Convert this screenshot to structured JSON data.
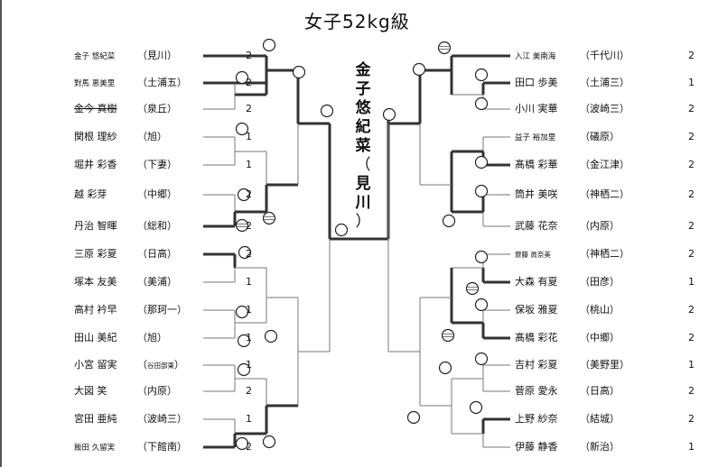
{
  "title": "女子52kg級",
  "champion": {
    "name": "金子悠紀菜",
    "school": "見川"
  },
  "left": [
    {
      "name": "金子 悠紀菜",
      "school": "見川",
      "seed": "2",
      "nsize": "sm"
    },
    {
      "name": "對馬 恵美里",
      "school": "土浦五",
      "seed": "2",
      "nsize": "sm"
    },
    {
      "name": "金今 真樹",
      "school": "泉丘",
      "seed": "2",
      "strike": true
    },
    {
      "name": "関根 理紗",
      "school": "旭",
      "seed": "1"
    },
    {
      "name": "堀井 彩香",
      "school": "下妻",
      "seed": "1"
    },
    {
      "name": "越 彩芽",
      "school": "中郷",
      "seed": "2"
    },
    {
      "name": "丹治 智暉",
      "school": "総和",
      "seed": "2"
    },
    {
      "name": "三原 彩夏",
      "school": "日高",
      "seed": "2"
    },
    {
      "name": "塚本 友美",
      "school": "美浦",
      "seed": "1"
    },
    {
      "name": "高村 衿早",
      "school": "那珂一",
      "seed": "1"
    },
    {
      "name": "田山 美紀",
      "school": "旭",
      "seed": "1"
    },
    {
      "name": "小宮 留実",
      "school": "谷田部東",
      "seed": "1",
      "ssize": "xs"
    },
    {
      "name": "大図 笑",
      "school": "内原",
      "seed": "2"
    },
    {
      "name": "宮田 亜純",
      "school": "波崎三",
      "seed": "1"
    },
    {
      "name": "飯田 久留実",
      "school": "下館南",
      "seed": "2",
      "nsize": "sm"
    }
  ],
  "right": [
    {
      "name": "入江 美南海",
      "school": "千代川",
      "seed": "2",
      "nsize": "sm"
    },
    {
      "name": "田口 歩美",
      "school": "土浦三",
      "seed": "1"
    },
    {
      "name": "小川 実華",
      "school": "波崎三",
      "seed": "2"
    },
    {
      "name": "益子 裕加里",
      "school": "礒原",
      "seed": "2",
      "nsize": "sm"
    },
    {
      "name": "髙橋 彩華",
      "school": "金江津",
      "seed": "2"
    },
    {
      "name": "筒井 美咲",
      "school": "神栖二",
      "seed": "2"
    },
    {
      "name": "武藤 花奈",
      "school": "内原",
      "seed": "2"
    },
    {
      "name": "齋藤 眞奈美",
      "school": "神栖二",
      "seed": "2",
      "nsize": "xs"
    },
    {
      "name": "大森 有夏",
      "school": "田彦",
      "seed": "1"
    },
    {
      "name": "保坂 雅夏",
      "school": "桃山",
      "seed": "2"
    },
    {
      "name": "髙橋 彩花",
      "school": "中郷",
      "seed": "2"
    },
    {
      "name": "吉村 彩夏",
      "school": "美野里",
      "seed": "1"
    },
    {
      "name": "菅原 愛永",
      "school": "日高",
      "seed": "2"
    },
    {
      "name": "上野 紗奈",
      "school": "結城",
      "seed": "2"
    },
    {
      "name": "伊藤 静香",
      "school": "新治",
      "seed": "1"
    }
  ]
}
